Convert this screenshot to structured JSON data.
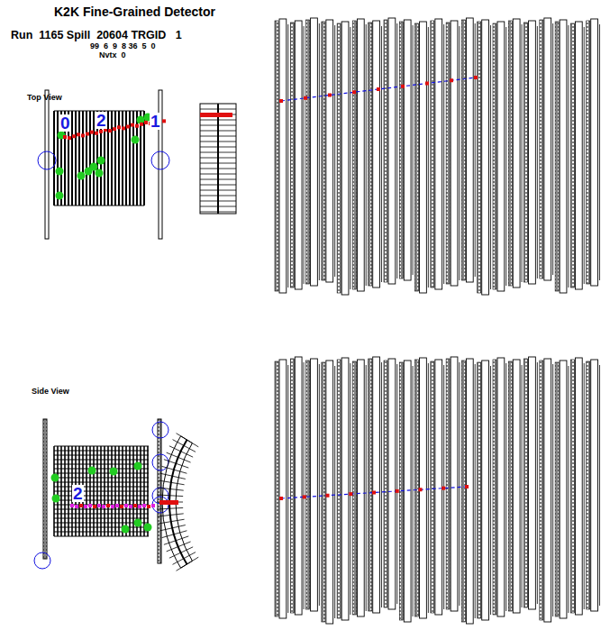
{
  "diagram": {
    "title": "K2K Fine-Grained Detector",
    "labels": [
      "Run  1165 Spill  20604 TRGID   1",
      "99  6  9  8 36  5  0",
      "Nvtx  0",
      "Top View",
      "0",
      "2",
      "1",
      "Side View",
      "2"
    ]
  }
}
